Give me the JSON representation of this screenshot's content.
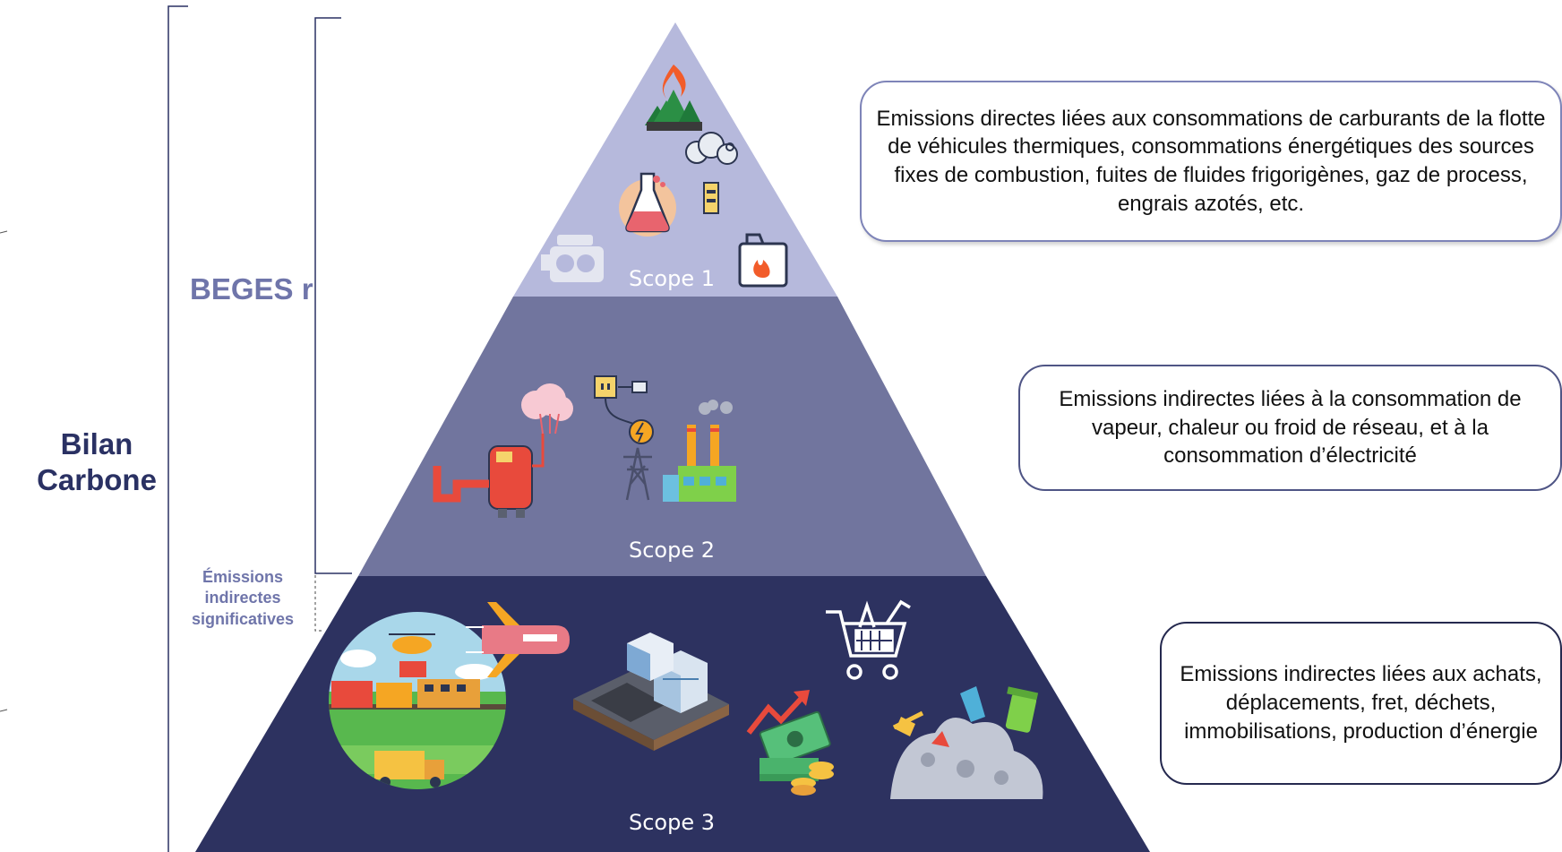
{
  "labels": {
    "bilan_carbone": "Bilan Carbone",
    "beges": "BEGES r",
    "indirect_significant": "Émissions indirectes significatives"
  },
  "scopes": [
    {
      "label": "Scope 1",
      "color": "#b6b9dc",
      "description": "Emissions directes liées aux consommations de carburants de la flotte de véhicules thermiques, consommations énergétiques des sources fixes de combustion, fuites de fluides frigorigènes, gaz de process, engrais azotés, etc.",
      "icons": [
        "forest-fire-icon",
        "factory-smoke-icon",
        "lab-flask-icon",
        "engine-icon",
        "fuel-can-icon"
      ]
    },
    {
      "label": "Scope 2",
      "color": "#71759e",
      "description": "Emissions indirectes liées à la consommation de vapeur, chaleur ou froid de réseau, et à la consommation d’électricité",
      "icons": [
        "boiler-steam-icon",
        "power-plug-icon",
        "electricity-pylon-icon",
        "power-plant-icon"
      ]
    },
    {
      "label": "Scope 3",
      "color": "#2d3260",
      "description": "Emissions indirectes liées aux achats, déplacements, fret, déchets, immobilisations, production d’énergie",
      "icons": [
        "transport-freight-icon",
        "airplane-icon",
        "building-icon",
        "shopping-cart-icon",
        "money-growth-icon",
        "waste-pile-icon"
      ]
    }
  ],
  "colors": {
    "text_dark": "#2a3163",
    "text_light": "#6f75aa",
    "bracket": "#2a3163"
  }
}
